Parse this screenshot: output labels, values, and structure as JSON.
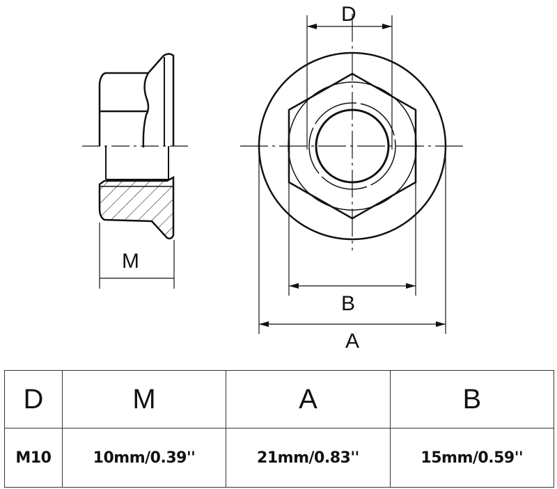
{
  "diagram": {
    "labels": {
      "D": "D",
      "M": "M",
      "A": "A",
      "B": "B"
    }
  },
  "table": {
    "headers": [
      "D",
      "M",
      "A",
      "B"
    ],
    "rows": [
      [
        "M10",
        "10mm/0.39''",
        "21mm/0.83''",
        "15mm/0.59''"
      ]
    ]
  }
}
